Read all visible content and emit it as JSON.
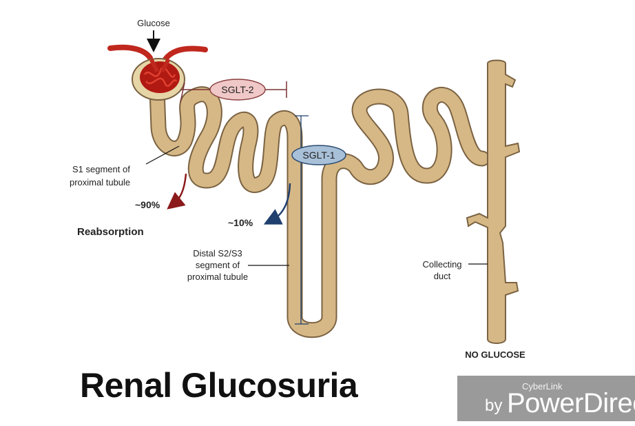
{
  "diagram": {
    "labels": {
      "glucose": "Glucose",
      "sglt2": "SGLT-2",
      "sglt1": "SGLT-1",
      "s1_line1": "S1 segment of",
      "s1_line2": "proximal tubule",
      "pct90": "~90%",
      "pct10": "~10%",
      "reabsorption": "Reabsorption",
      "distal_line1": "Distal S2/S3",
      "distal_line2": "segment of",
      "distal_line3": "proximal tubule",
      "collecting_line1": "Collecting",
      "collecting_line2": "duct",
      "no_glucose": "NO GLUCOSE"
    },
    "colors": {
      "tubule": "#d6b886",
      "tubule_outline": "#7a6242",
      "capillary": "#c0281e",
      "sglt2_fill": "#f0c8c8",
      "sglt1_fill": "#a8c0d8",
      "arrow_90": "#8b1a1a",
      "arrow_10": "#1f3f6e"
    }
  },
  "title": "Renal Glucosuria",
  "watermark": {
    "brand_small": "CyberLink",
    "by": "by",
    "brand": "PowerDirector"
  }
}
